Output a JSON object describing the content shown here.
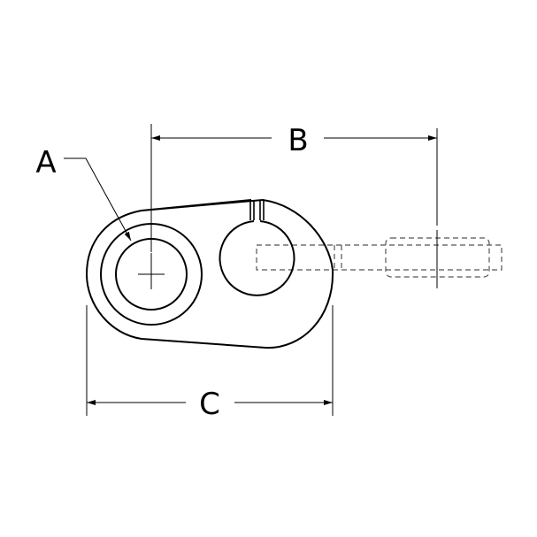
{
  "labels": {
    "a": "A",
    "b": "B",
    "c": "C"
  },
  "colors": {
    "line": "#000000",
    "hidden_line": "#555555",
    "background": "#ffffff"
  }
}
